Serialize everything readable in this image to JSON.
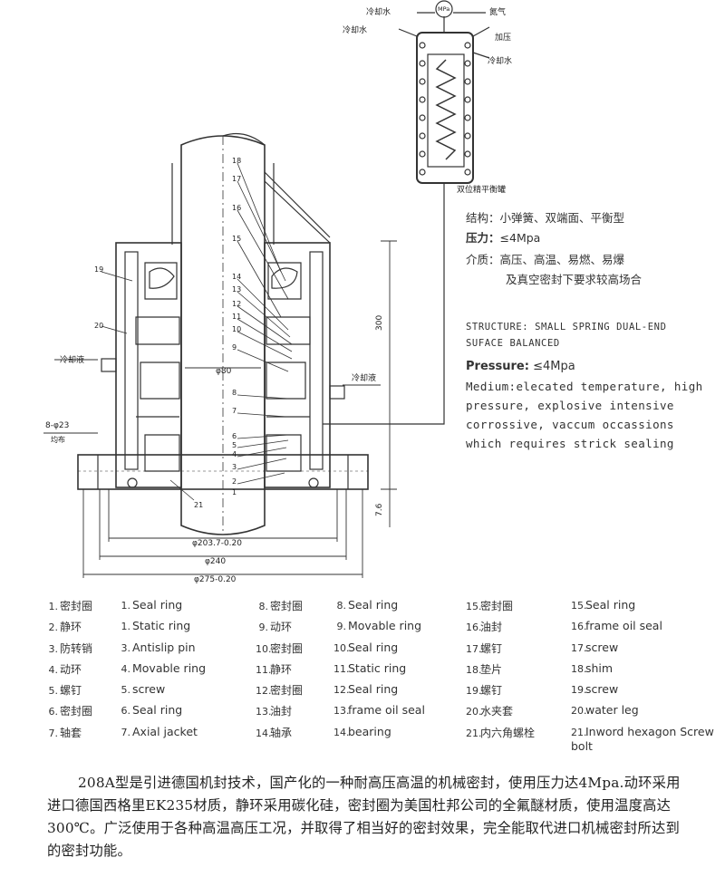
{
  "diagram": {
    "top_labels": {
      "coolant_in": "冷却水",
      "pressure_gauge": "MPa",
      "nitrogen": "氮气",
      "coolant_left": "冷却水",
      "pressurize": "加压",
      "coolant_right": "冷却水",
      "balance_tank": "双位精平衡罐"
    },
    "left_labels": {
      "coolant_liquid_left": "冷却液",
      "coolant_liquid_right": "冷却液",
      "bolt_holes": "8-φ23",
      "bolt_holes_sub": "均布"
    },
    "dimensions": {
      "shaft_dia": "φ80",
      "height": "300",
      "base_gap": "7.6",
      "d1": "φ203.7-0.20",
      "d2": "φ240",
      "d3": "φ275-0.20"
    },
    "callouts_left": [
      "19",
      "20",
      "21"
    ],
    "callouts_right": [
      "18",
      "17",
      "16",
      "15",
      "14",
      "13",
      "12",
      "11",
      "10",
      "9",
      "8",
      "7",
      "6",
      "5",
      "4",
      "3",
      "2",
      "1"
    ]
  },
  "spec_cn": {
    "structure_label": "结构：",
    "structure_value": "小弹簧、双端面、平衡型",
    "pressure_label": "压力：",
    "pressure_value": "≤4Mpa",
    "medium_label": "介质：",
    "medium_value": "高压、高温、易燃、易爆",
    "medium_value2": "及真空密封下要求较高场合"
  },
  "spec_en": {
    "structure": "STRUCTURE: SMALL SPRING DUAL-END SUFACE BALANCED",
    "pressure_label": "Pressure:",
    "pressure_value": "≤4Mpa",
    "medium": "Medium:elecated temperature, high pressure, explosive intensive corrossive, vaccum occassions which requires strick sealing"
  },
  "parts": [
    {
      "no": "1.",
      "cn": "密封圈",
      "en_no": "1.",
      "en": "Seal ring"
    },
    {
      "no": "2.",
      "cn": "静环",
      "en_no": "1.",
      "en": "Static ring"
    },
    {
      "no": "3.",
      "cn": "防转销",
      "en_no": "3.",
      "en": "Antislip pin"
    },
    {
      "no": "4.",
      "cn": "动环",
      "en_no": "4.",
      "en": "Movable ring"
    },
    {
      "no": "5.",
      "cn": "螺钉",
      "en_no": "5.",
      "en": "screw"
    },
    {
      "no": "6.",
      "cn": "密封圈",
      "en_no": "6.",
      "en": "Seal ring"
    },
    {
      "no": "7.",
      "cn": "轴套",
      "en_no": "7.",
      "en": "Axial jacket"
    },
    {
      "no": "8.",
      "cn": "密封圈",
      "en_no": "8.",
      "en": "Seal ring"
    },
    {
      "no": "9.",
      "cn": "动环",
      "en_no": "9.",
      "en": "Movable ring"
    },
    {
      "no": "10.",
      "cn": "密封圈",
      "en_no": "10.",
      "en": "Seal ring"
    },
    {
      "no": "11.",
      "cn": "静环",
      "en_no": "11.",
      "en": "Static ring"
    },
    {
      "no": "12.",
      "cn": "密封圈",
      "en_no": "12.",
      "en": "Seal ring"
    },
    {
      "no": "13.",
      "cn": "油封",
      "en_no": "13.",
      "en": "frame oil seal"
    },
    {
      "no": "14.",
      "cn": "轴承",
      "en_no": "14.",
      "en": "bearing"
    },
    {
      "no": "15.",
      "cn": "密封圈",
      "en_no": "15.",
      "en": "Seal ring"
    },
    {
      "no": "16.",
      "cn": "油封",
      "en_no": "16.",
      "en": "frame oil seal"
    },
    {
      "no": "17.",
      "cn": "螺钉",
      "en_no": "17.",
      "en": "screw"
    },
    {
      "no": "18.",
      "cn": "垫片",
      "en_no": "18.",
      "en": "shim"
    },
    {
      "no": "19.",
      "cn": "螺钉",
      "en_no": "19.",
      "en": "screw"
    },
    {
      "no": "20.",
      "cn": "水夹套",
      "en_no": "20.",
      "en": "water leg"
    },
    {
      "no": "21.",
      "cn": "内六角螺栓",
      "en_no": "21.",
      "en": "Inword hexagon Screw bolt"
    }
  ],
  "description": "208A型是引进德国机封技术，国产化的一种耐高压高温的机械密封，使用压力达4Mpa.动环采用进口德国西格里EK235材质，静环采用碳化硅，密封圈为美国杜邦公司的全氟醚材质，使用温度高达300℃。广泛使用于各种高温高压工况，并取得了相当好的密封效果，完全能取代进口机械密封所达到的密封功能。"
}
